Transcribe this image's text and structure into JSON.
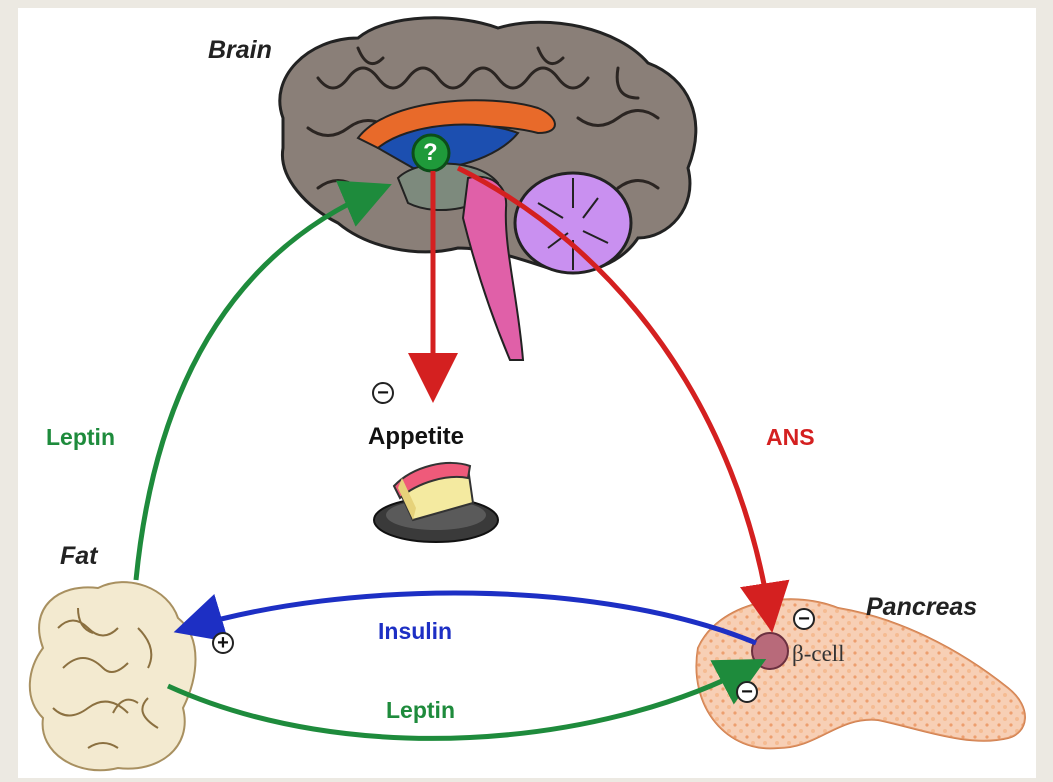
{
  "labels": {
    "brain": "Brain",
    "brain_question": "?",
    "fat": "Fat",
    "pancreas": "Pancreas",
    "beta_cell": "β-cell",
    "appetite": "Appetite",
    "leptin_left": "Leptin",
    "leptin_bottom": "Leptin",
    "insulin": "Insulin",
    "ans": "ANS"
  },
  "signs": {
    "appetite": "−",
    "fat_plus": "+",
    "beta_top": "−",
    "beta_bottom": "−"
  },
  "colors": {
    "leptin": "#1e8b3c",
    "insulin": "#1d2fc4",
    "ans": "#d42020",
    "brain_cortex": "#8a7f78",
    "pancreas": "#f0a878",
    "fat": "#f3ead0"
  }
}
